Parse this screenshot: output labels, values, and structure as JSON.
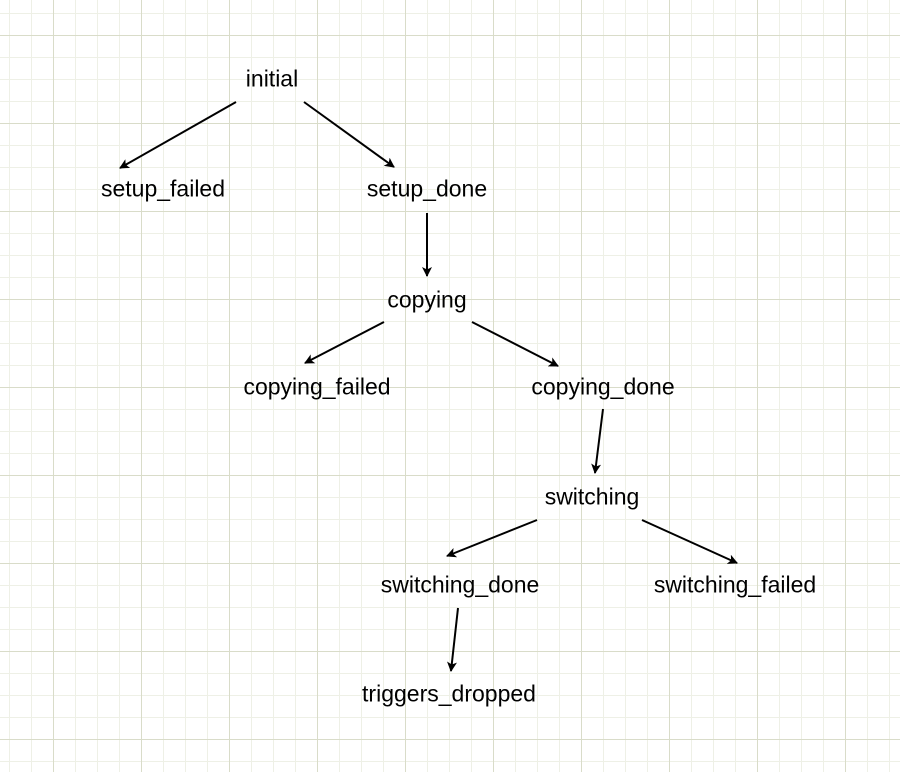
{
  "colors": {
    "text": "#000000",
    "edge": "#000000",
    "grid_major": "#d9dcc9",
    "grid_minor": "#eef0e6"
  },
  "nodes": {
    "initial": "initial",
    "setup_failed": "setup_failed",
    "setup_done": "setup_done",
    "copying": "copying",
    "copying_failed": "copying_failed",
    "copying_done": "copying_done",
    "switching": "switching",
    "switching_done": "switching_done",
    "switching_failed": "switching_failed",
    "triggers_dropped": "triggers_dropped"
  },
  "edges": [
    {
      "from": "initial",
      "to": "setup_failed"
    },
    {
      "from": "initial",
      "to": "setup_done"
    },
    {
      "from": "setup_done",
      "to": "copying"
    },
    {
      "from": "copying",
      "to": "copying_failed"
    },
    {
      "from": "copying",
      "to": "copying_done"
    },
    {
      "from": "copying_done",
      "to": "switching"
    },
    {
      "from": "switching",
      "to": "switching_done"
    },
    {
      "from": "switching",
      "to": "switching_failed"
    },
    {
      "from": "switching_done",
      "to": "triggers_dropped"
    }
  ]
}
